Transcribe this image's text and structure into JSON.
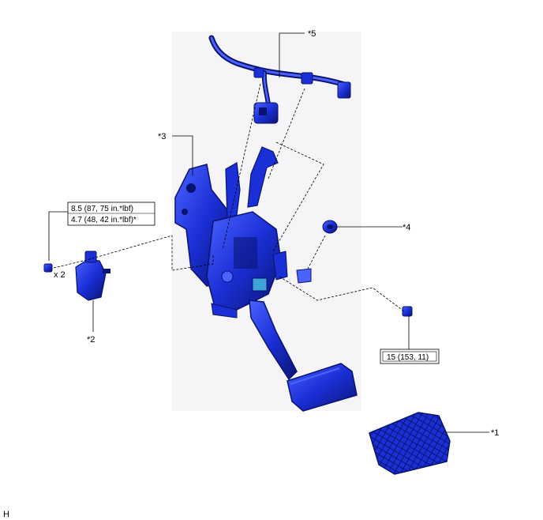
{
  "labels": {
    "part1": "*1",
    "part2": "*2",
    "part3": "*3",
    "part4": "*4",
    "part5": "*5",
    "qty": "x 2",
    "corner": "H"
  },
  "torque": {
    "stop_switch_line1": "8.5 (87, 75 in.*lbf)",
    "stop_switch_line2": "4.7 (48, 42 in.*lbf)*",
    "pedal_bolt": "15 (153, 11)"
  },
  "colors": {
    "part_blue": "#1a2fd6",
    "part_dark": "#0a1470",
    "part_light": "#4a63ff",
    "line": "#000000"
  }
}
